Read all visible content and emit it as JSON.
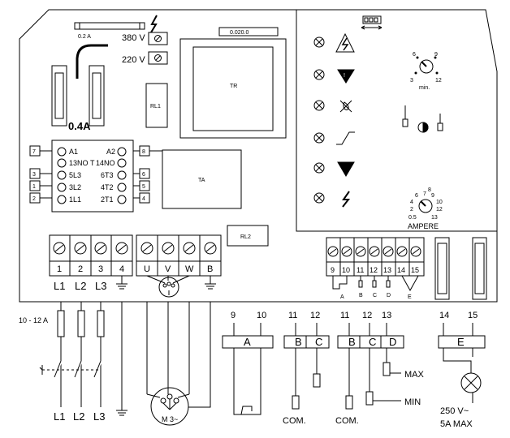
{
  "fuse": {
    "rating": "0.2 A",
    "main_fuse": "0.4A"
  },
  "voltage": {
    "v380": "380 V",
    "v220": "220 V"
  },
  "display_value": "0.020.0",
  "tr_label": "TR",
  "rl1_label": "RL1",
  "rl2_label": "RL2",
  "ta_label": "TA",
  "contactor": {
    "left": [
      "A1",
      "13NO",
      "5L3",
      "3L2",
      "1L1"
    ],
    "left_t": "T",
    "right": [
      "A2",
      "14NO",
      "6T3",
      "4T2",
      "2T1"
    ]
  },
  "left_side_terminals": [
    "7",
    "3",
    "1",
    "2"
  ],
  "right_side_terminals": [
    "8",
    "6",
    "5",
    "4"
  ],
  "power_terminals": [
    "1",
    "2",
    "3",
    "4",
    "U",
    "V",
    "W",
    "B"
  ],
  "line_labels": [
    "L1",
    "L2",
    "L3"
  ],
  "control_terminals": [
    "9",
    "10",
    "11",
    "12",
    "13",
    "14",
    "15"
  ],
  "control_letters": [
    "A",
    "B",
    "C",
    "D",
    "E"
  ],
  "panel": {
    "ampere_label": "AMPERE",
    "timer_unit": "min.",
    "timer_scale": [
      "6",
      "9",
      "3",
      "12"
    ],
    "ampere_scale": [
      "7",
      "9",
      "6",
      "4",
      "10",
      "2",
      "12",
      "0.5",
      "13",
      "8"
    ]
  },
  "supply": {
    "fuse_range": "10 - 12 A",
    "lines": [
      "L1",
      "L2",
      "L3"
    ],
    "motor": "M 3~"
  },
  "circuits": {
    "a": {
      "terminals": [
        "9",
        "10"
      ],
      "letter": "A"
    },
    "bc": {
      "terminals": [
        "11",
        "12"
      ],
      "letters": [
        "B",
        "C"
      ],
      "com": "COM."
    },
    "bcd": {
      "terminals": [
        "11",
        "12",
        "13"
      ],
      "letters": [
        "B",
        "C",
        "D"
      ],
      "com": "COM.",
      "max": "MAX",
      "min": "MIN"
    },
    "e": {
      "terminals": [
        "14",
        "15"
      ],
      "letter": "E",
      "rating_v": "250 V~",
      "rating_a": "5A MAX"
    }
  }
}
